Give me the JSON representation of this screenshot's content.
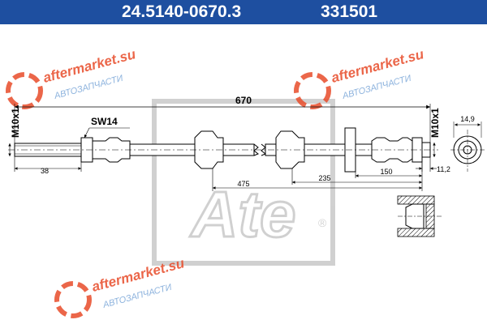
{
  "header": {
    "part_number": "24.5140-0670.3",
    "code": "331501",
    "background_color": "#1e4fa0"
  },
  "dimensions": {
    "total_length": "670",
    "thread_left": "M10x1",
    "thread_right": "M10x1",
    "wrench_size": "SW14",
    "left_fitting_length": "38",
    "len_475": "475",
    "len_235": "235",
    "len_150": "150",
    "diameter": "14,9",
    "end_length": "11,2"
  },
  "watermark": {
    "brand": "aftermarket.su",
    "subtitle": "АВТОЗАПЧАСТИ",
    "accent_color": "#e84c2a",
    "subtitle_color": "#7aa6d8"
  },
  "logo": {
    "text": "Ate",
    "registered": "®"
  }
}
